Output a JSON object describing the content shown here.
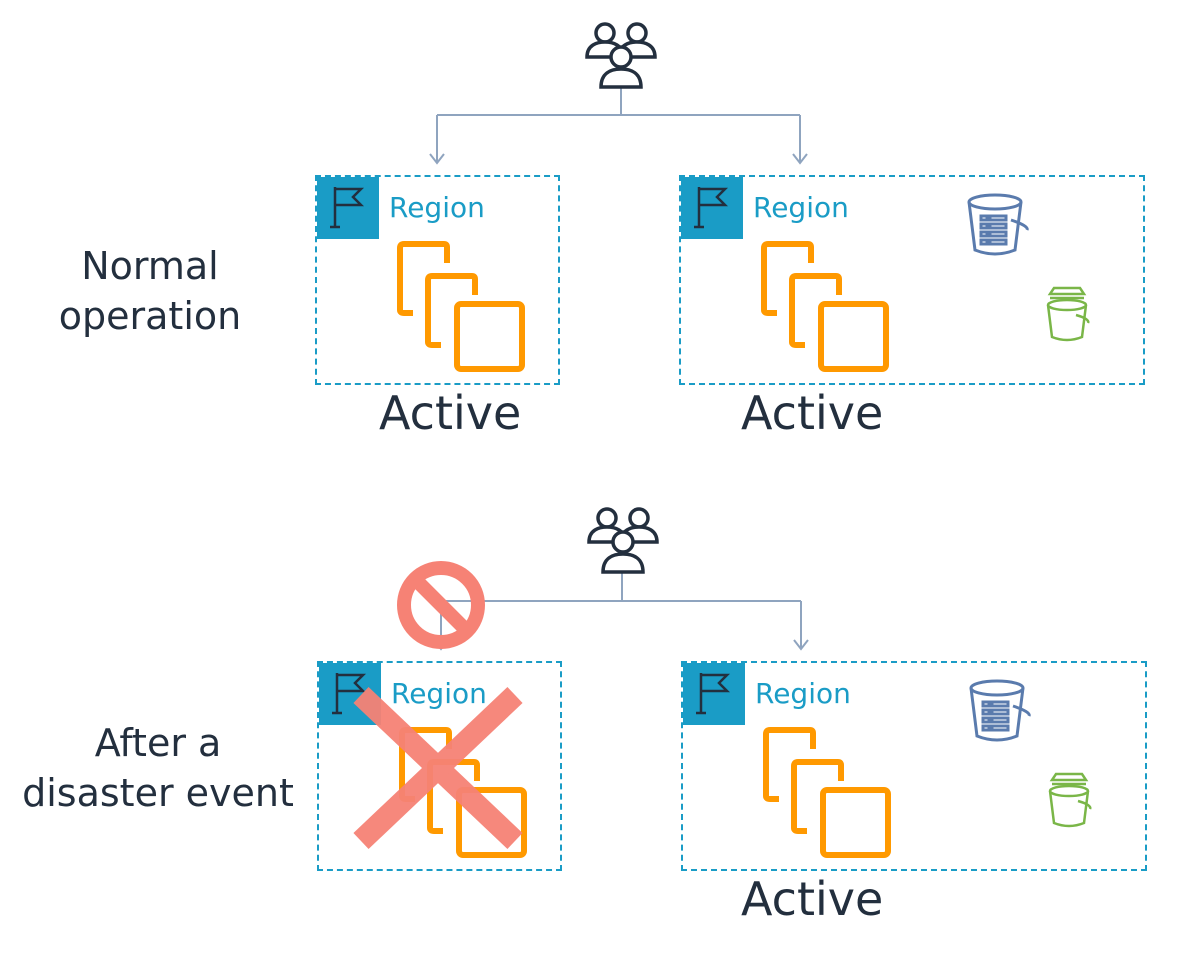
{
  "colors": {
    "region_border": "#1a9cc6",
    "compute": "#ff9900",
    "database": "#5a7bad",
    "bucket": "#7ab648",
    "connector": "#8fa4bf",
    "prohibit": "#f68275",
    "text": "#232f3e"
  },
  "normal": {
    "label": "Normal operation",
    "users_icon": "users-icon",
    "left_region": {
      "label": "Region",
      "status": "Active"
    },
    "right_region": {
      "label": "Region",
      "status": "Active"
    }
  },
  "disaster": {
    "label": "After a disaster event",
    "users_icon": "users-icon",
    "blocked_icon": "prohibited-icon",
    "left_region": {
      "label": "Region",
      "failed_icon": "failure-cross-icon"
    },
    "right_region": {
      "label": "Region",
      "status": "Active"
    }
  }
}
